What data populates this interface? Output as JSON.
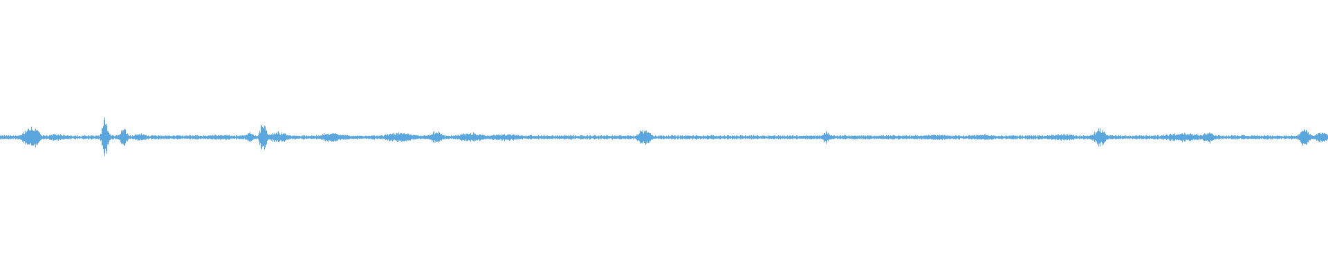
{
  "waveform": {
    "color": "#5aa7e0",
    "background": "#ffffff",
    "peak_amplitude": 1.0,
    "baseline_amplitude": 0.08,
    "bursts": [
      {
        "position": 0.022,
        "amplitude": 0.55,
        "spread": 0.004
      },
      {
        "position": 0.026,
        "amplitude": 0.5,
        "spread": 0.003
      },
      {
        "position": 0.043,
        "amplitude": 0.2,
        "spread": 0.006
      },
      {
        "position": 0.079,
        "amplitude": 1.0,
        "spread": 0.002
      },
      {
        "position": 0.093,
        "amplitude": 0.6,
        "spread": 0.002
      },
      {
        "position": 0.105,
        "amplitude": 0.2,
        "spread": 0.005
      },
      {
        "position": 0.165,
        "amplitude": 0.15,
        "spread": 0.008
      },
      {
        "position": 0.188,
        "amplitude": 0.25,
        "spread": 0.003
      },
      {
        "position": 0.198,
        "amplitude": 0.95,
        "spread": 0.002
      },
      {
        "position": 0.21,
        "amplitude": 0.3,
        "spread": 0.006
      },
      {
        "position": 0.25,
        "amplitude": 0.25,
        "spread": 0.008
      },
      {
        "position": 0.3,
        "amplitude": 0.25,
        "spread": 0.01
      },
      {
        "position": 0.328,
        "amplitude": 0.3,
        "spread": 0.004
      },
      {
        "position": 0.355,
        "amplitude": 0.25,
        "spread": 0.008
      },
      {
        "position": 0.38,
        "amplitude": 0.2,
        "spread": 0.01
      },
      {
        "position": 0.485,
        "amplitude": 0.45,
        "spread": 0.004
      },
      {
        "position": 0.622,
        "amplitude": 0.35,
        "spread": 0.002
      },
      {
        "position": 0.705,
        "amplitude": 0.15,
        "spread": 0.01
      },
      {
        "position": 0.74,
        "amplitude": 0.15,
        "spread": 0.01
      },
      {
        "position": 0.8,
        "amplitude": 0.18,
        "spread": 0.01
      },
      {
        "position": 0.828,
        "amplitude": 0.45,
        "spread": 0.004
      },
      {
        "position": 0.89,
        "amplitude": 0.25,
        "spread": 0.012
      },
      {
        "position": 0.91,
        "amplitude": 0.3,
        "spread": 0.004
      },
      {
        "position": 0.982,
        "amplitude": 0.5,
        "spread": 0.003
      },
      {
        "position": 0.995,
        "amplitude": 0.3,
        "spread": 0.004
      }
    ]
  }
}
